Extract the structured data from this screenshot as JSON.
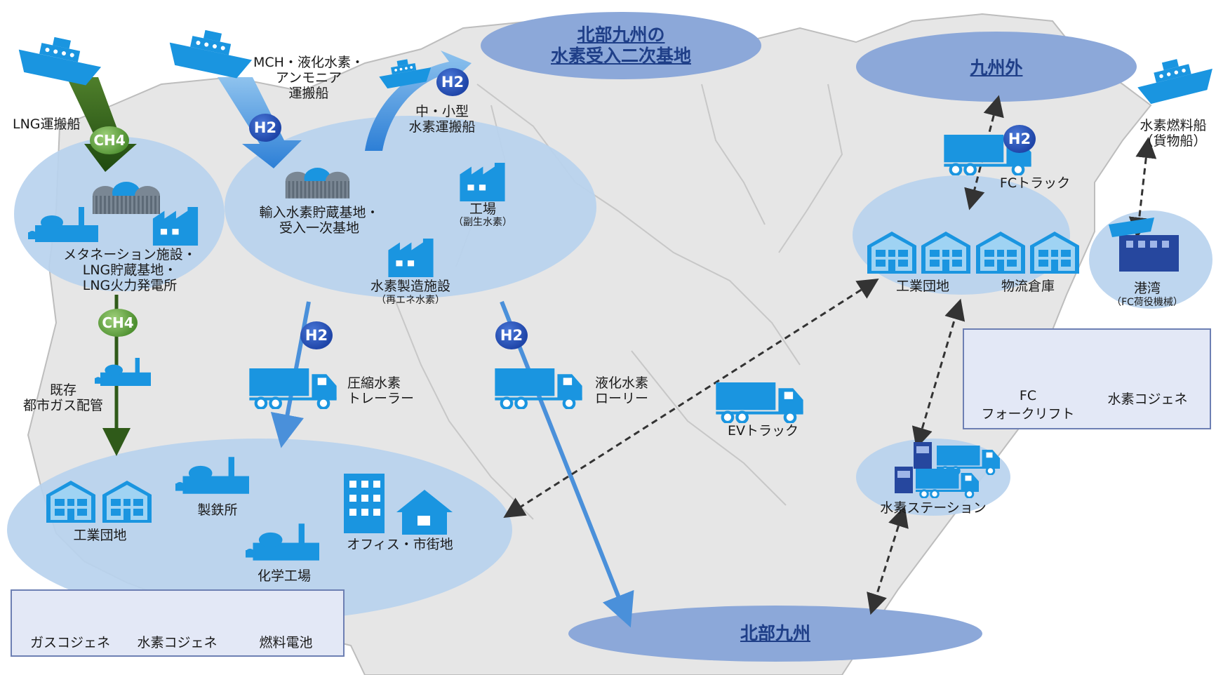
{
  "titles": {
    "secondary_base": [
      "北部九州の",
      "水素受入二次基地"
    ],
    "outside_kyushu": "九州外",
    "north_kyushu": "北部九州"
  },
  "badges": {
    "h2": "H2",
    "ch4": "CH4"
  },
  "ships": {
    "lng": "LNG運搬船",
    "carrier": [
      "MCH・液化水素・",
      "アンモニア",
      "運搬船"
    ],
    "small": [
      "中・小型",
      "水素運搬船"
    ],
    "fuel_ship": [
      "水素燃料船",
      "（貨物船）"
    ]
  },
  "methanation": [
    "メタネーション施設・",
    "LNG貯蔵基地・",
    "LNG火力発電所"
  ],
  "import_base": {
    "storage": [
      "輸入水素貯蔵基地・",
      "受入一次基地"
    ],
    "factory": "工場",
    "factory_sub": "（副生水素）",
    "production": "水素製造施設",
    "production_sub": "（再エネ水素）"
  },
  "pipeline": [
    "既存",
    "都市ガス配管"
  ],
  "transport": {
    "trailer": [
      "圧縮水素",
      "トレーラー"
    ],
    "lorry": [
      "液化水素",
      "ローリー"
    ],
    "ev_truck": "EVトラック",
    "fc_truck": "FCトラック"
  },
  "consumers_west": {
    "industrial": "工業団地",
    "steel": "製鉄所",
    "chemical": "化学工場",
    "office": "オフィス・市街地",
    "panel": [
      "ガスコジェネ",
      "水素コジェネ",
      "燃料電池"
    ]
  },
  "east": {
    "industrial": "工業団地",
    "warehouse": "物流倉庫",
    "port": "港湾",
    "port_sub": "（FC荷役機械）",
    "forklift": [
      "FC",
      "フォークリフト"
    ],
    "cogen": "水素コジェネ",
    "station": "水素ステーション"
  },
  "colors": {
    "map_land": "#e6e6e6",
    "map_border": "#bdbdbd",
    "region": "#b9d3ee",
    "title_ellipse": "#8ca8d9",
    "icon_blue": "#1a95e0",
    "h2_badge": "#2b4fb4",
    "ch4_badge": "#5fa83d",
    "pipeline_green": "#2f5a19",
    "panel_bg": "#e3e8f6",
    "panel_border": "#6d7fb3"
  }
}
